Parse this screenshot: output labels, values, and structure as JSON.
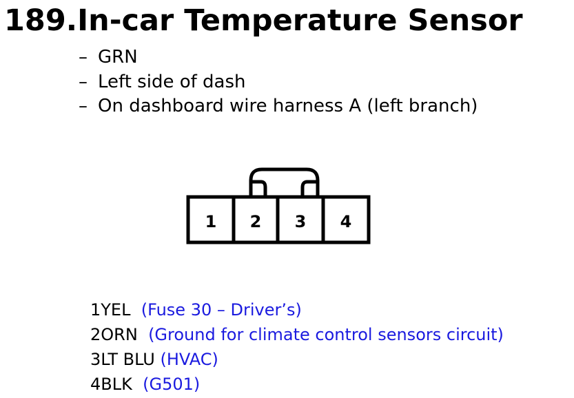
{
  "title": "189.In-car Temperature Sensor",
  "details": [
    {
      "dash": "–",
      "text": "GRN"
    },
    {
      "dash": "–",
      "text": "Left side of dash"
    },
    {
      "dash": "–",
      "text": "On dashboard wire harness A (left branch)"
    }
  ],
  "connector": {
    "pins": [
      "1",
      "2",
      "3",
      "4"
    ]
  },
  "pinout": [
    {
      "wire": "1YEL",
      "desc": "(Fuse 30 – Driver’s)"
    },
    {
      "wire": "2ORN",
      "desc": "(Ground for climate control sensors circuit)"
    },
    {
      "wire": "3LT BLU",
      "desc": "(HVAC)"
    },
    {
      "wire": "4BLK",
      "desc": "(G501)"
    }
  ],
  "colors": {
    "description_text": "#1a1adf",
    "text": "#000000"
  }
}
